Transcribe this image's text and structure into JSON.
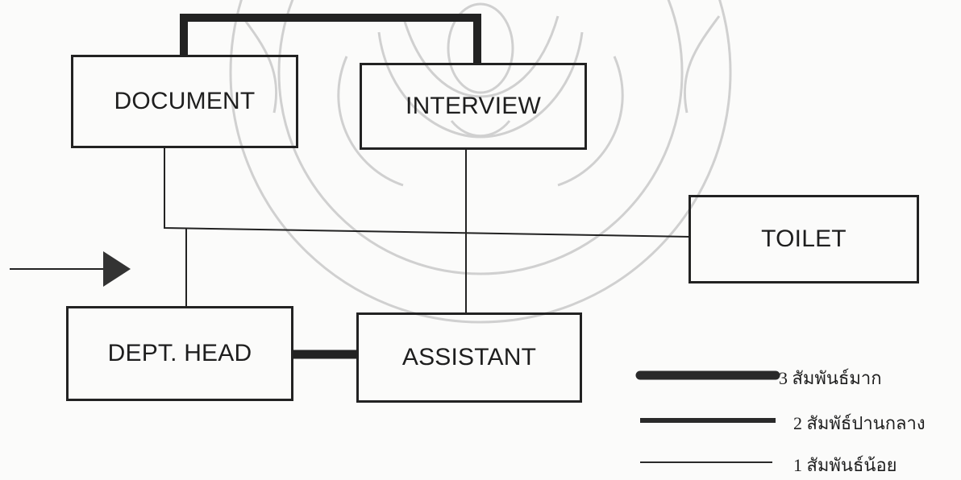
{
  "rooms": {
    "document": "DOCUMENT",
    "interview": "INTERVIEW",
    "toilet": "TOILET",
    "dept_head": "DEPT. HEAD",
    "assistant": "ASSISTANT"
  },
  "legend": {
    "strong": "3 สัมพันธ์มาก",
    "medium": "2 สัมพัธ์ปานกลาง",
    "weak": "1 สัมพันธ์น้อย"
  },
  "relations": [
    {
      "from": "document",
      "to": "interview",
      "level": 3
    },
    {
      "from": "dept_head",
      "to": "assistant",
      "level": 3
    },
    {
      "from": "document",
      "to": "toilet",
      "level": 1
    },
    {
      "from": "interview",
      "to": "assistant",
      "level": 1
    },
    {
      "from": "dept_head",
      "to": "toilet",
      "level": 1
    }
  ],
  "colors": {
    "line": "#222222",
    "watermark": "#b9b9b9"
  }
}
